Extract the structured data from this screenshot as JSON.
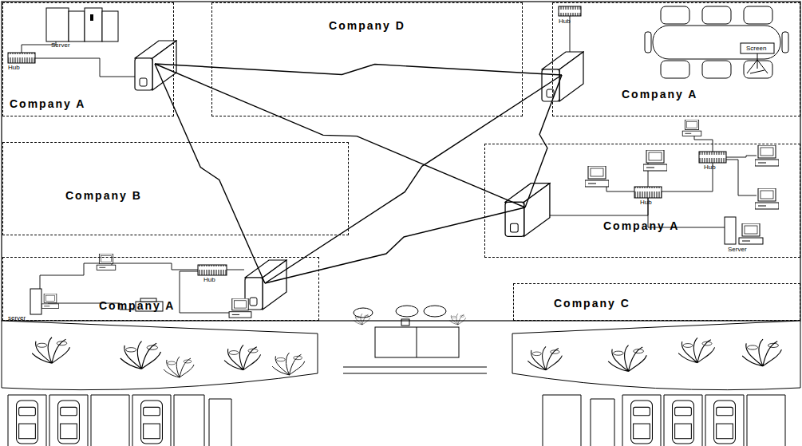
{
  "diagram": {
    "nodes": [
      {
        "text": [
          "Company A"
        ]
      },
      {
        "text": [
          "Company D"
        ]
      },
      {
        "text": [
          "Company A"
        ]
      },
      {
        "text": [
          "Company B"
        ]
      },
      {
        "text": [
          "Company A"
        ]
      },
      {
        "text": [
          "Company A"
        ]
      },
      {
        "text": [
          "Company C"
        ]
      }
    ],
    "edges": [
      {
        "from": 0,
        "to": 2,
        "arrow": "none"
      },
      {
        "from": 0,
        "to": 4,
        "arrow": "none"
      },
      {
        "from": 0,
        "to": 5,
        "arrow": "none"
      },
      {
        "from": 2,
        "to": 4,
        "arrow": "none"
      },
      {
        "from": 2,
        "to": 5,
        "arrow": "none"
      },
      {
        "from": 4,
        "to": 5,
        "arrow": "none"
      }
    ],
    "labels": [
      "Server",
      "Hub",
      "Hub",
      "Screen",
      "Hub",
      "Hub",
      "Server",
      "Hub",
      "server"
    ]
  }
}
